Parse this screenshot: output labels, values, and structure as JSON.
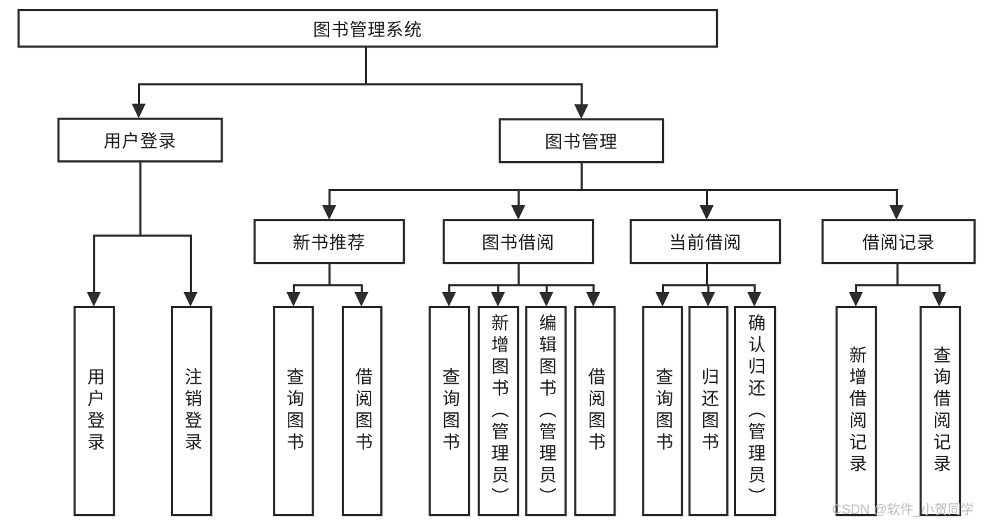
{
  "root": {
    "label": "图书管理系统"
  },
  "branches": {
    "user_login": {
      "label": "用户登录",
      "children": [
        {
          "label": "用户登录"
        },
        {
          "label": "注销登录"
        }
      ]
    },
    "book_management": {
      "label": "图书管理",
      "sections": [
        {
          "label": "新书推荐",
          "children": [
            {
              "label": "查询图书"
            },
            {
              "label": "借阅图书"
            }
          ]
        },
        {
          "label": "图书借阅",
          "children": [
            {
              "label": "查询图书"
            },
            {
              "label": "新增图书（管理员）"
            },
            {
              "label": "编辑图书（管理员）"
            },
            {
              "label": "借阅图书"
            }
          ]
        },
        {
          "label": "当前借阅",
          "children": [
            {
              "label": "查询图书"
            },
            {
              "label": "归还图书"
            },
            {
              "label": "确认归还（管理员）"
            }
          ]
        },
        {
          "label": "借阅记录",
          "children": [
            {
              "label": "新增借阅记录"
            },
            {
              "label": "查询借阅记录"
            }
          ]
        }
      ]
    }
  },
  "watermark": "CSDN @软件_小贺同学",
  "colors": {
    "line": "#2d2d2d",
    "text": "#1c1c1c",
    "watermark": "#bdbdbd",
    "background": "#ffffff"
  }
}
